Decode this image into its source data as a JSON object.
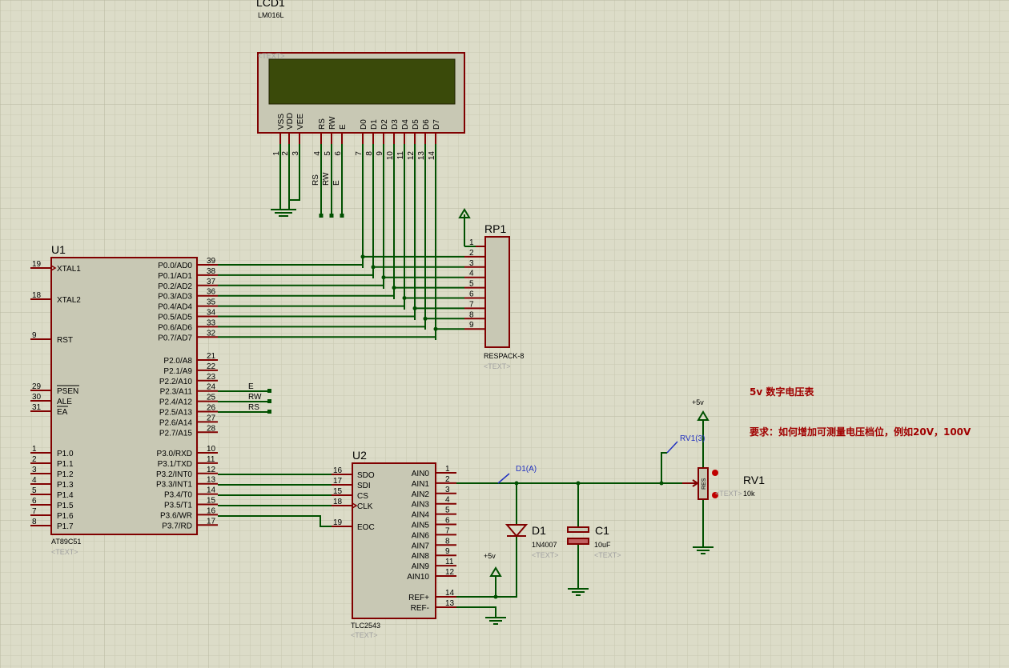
{
  "lcd": {
    "ref": "LCD1",
    "part": "LM016L",
    "text_tag": "<TEXT>",
    "pins": [
      {
        "name": "VSS",
        "num": "1"
      },
      {
        "name": "VDD",
        "num": "2"
      },
      {
        "name": "VEE",
        "num": "3"
      },
      {
        "name": "RS",
        "num": "4"
      },
      {
        "name": "RW",
        "num": "5"
      },
      {
        "name": "E",
        "num": "6"
      },
      {
        "name": "D0",
        "num": "7"
      },
      {
        "name": "D1",
        "num": "8"
      },
      {
        "name": "D2",
        "num": "9"
      },
      {
        "name": "D3",
        "num": "10"
      },
      {
        "name": "D4",
        "num": "11"
      },
      {
        "name": "D5",
        "num": "12"
      },
      {
        "name": "D6",
        "num": "13"
      },
      {
        "name": "D7",
        "num": "14"
      }
    ],
    "net_labels": [
      "RS",
      "RW",
      "E"
    ]
  },
  "mcu": {
    "ref": "U1",
    "part": "AT89C51",
    "text_tag": "<TEXT>",
    "left_pins": [
      {
        "num": "19",
        "name": "XTAL1"
      },
      {
        "num": "18",
        "name": "XTAL2"
      },
      {
        "num": "9",
        "name": "RST"
      },
      {
        "num": "29",
        "name": "PSEN"
      },
      {
        "num": "30",
        "name": "ALE"
      },
      {
        "num": "31",
        "name": "EA"
      },
      {
        "num": "1",
        "name": "P1.0"
      },
      {
        "num": "2",
        "name": "P1.1"
      },
      {
        "num": "3",
        "name": "P1.2"
      },
      {
        "num": "4",
        "name": "P1.3"
      },
      {
        "num": "5",
        "name": "P1.4"
      },
      {
        "num": "6",
        "name": "P1.5"
      },
      {
        "num": "7",
        "name": "P1.6"
      },
      {
        "num": "8",
        "name": "P1.7"
      }
    ],
    "right_pins": [
      {
        "num": "39",
        "name": "P0.0/AD0"
      },
      {
        "num": "38",
        "name": "P0.1/AD1"
      },
      {
        "num": "37",
        "name": "P0.2/AD2"
      },
      {
        "num": "36",
        "name": "P0.3/AD3"
      },
      {
        "num": "35",
        "name": "P0.4/AD4"
      },
      {
        "num": "34",
        "name": "P0.5/AD5"
      },
      {
        "num": "33",
        "name": "P0.6/AD6"
      },
      {
        "num": "32",
        "name": "P0.7/AD7"
      },
      {
        "num": "21",
        "name": "P2.0/A8"
      },
      {
        "num": "22",
        "name": "P2.1/A9"
      },
      {
        "num": "23",
        "name": "P2.2/A10"
      },
      {
        "num": "24",
        "name": "P2.3/A11"
      },
      {
        "num": "25",
        "name": "P2.4/A12"
      },
      {
        "num": "26",
        "name": "P2.5/A13"
      },
      {
        "num": "27",
        "name": "P2.6/A14"
      },
      {
        "num": "28",
        "name": "P2.7/A15"
      },
      {
        "num": "10",
        "name": "P3.0/RXD"
      },
      {
        "num": "11",
        "name": "P3.1/TXD"
      },
      {
        "num": "12",
        "name": "P3.2/INT0"
      },
      {
        "num": "13",
        "name": "P3.3/INT1"
      },
      {
        "num": "14",
        "name": "P3.4/T0"
      },
      {
        "num": "15",
        "name": "P3.5/T1"
      },
      {
        "num": "16",
        "name": "P3.6/WR"
      },
      {
        "num": "17",
        "name": "P3.7/RD"
      }
    ],
    "net_labels": [
      "E",
      "RW",
      "RS"
    ]
  },
  "respack": {
    "ref": "RP1",
    "part": "RESPACK-8",
    "text_tag": "<TEXT>",
    "pins": [
      "1",
      "2",
      "3",
      "4",
      "5",
      "6",
      "7",
      "8",
      "9"
    ]
  },
  "adc": {
    "ref": "U2",
    "part": "TLC2543",
    "text_tag": "<TEXT>",
    "left_pins": [
      {
        "num": "16",
        "name": "SDO"
      },
      {
        "num": "17",
        "name": "SDI"
      },
      {
        "num": "15",
        "name": "CS"
      },
      {
        "num": "18",
        "name": "CLK"
      },
      {
        "num": "19",
        "name": "EOC"
      }
    ],
    "right_pins": [
      {
        "num": "1",
        "name": "AIN0"
      },
      {
        "num": "2",
        "name": "AIN1"
      },
      {
        "num": "3",
        "name": "AIN2"
      },
      {
        "num": "4",
        "name": "AIN3"
      },
      {
        "num": "5",
        "name": "AIN4"
      },
      {
        "num": "6",
        "name": "AIN5"
      },
      {
        "num": "7",
        "name": "AIN6"
      },
      {
        "num": "8",
        "name": "AIN7"
      },
      {
        "num": "9",
        "name": "AIN8"
      },
      {
        "num": "11",
        "name": "AIN9"
      },
      {
        "num": "12",
        "name": "AIN10"
      },
      {
        "num": "14",
        "name": "REF+"
      },
      {
        "num": "13",
        "name": "REF-"
      }
    ]
  },
  "diode": {
    "ref": "D1",
    "part": "1N4007",
    "text_tag": "<TEXT>",
    "probe": "D1(A)"
  },
  "capacitor": {
    "ref": "C1",
    "part": "10uF",
    "text_tag": "<TEXT>"
  },
  "pot": {
    "ref": "RV1",
    "value": "10k",
    "text_tag": "<TEXT>",
    "probe": "RV1(3)",
    "body_text": "RES"
  },
  "power": {
    "vcc_label_1": "+5v",
    "vcc_label_2": "+5v"
  },
  "notes": {
    "title": "5v 数字电压表",
    "requirement": "要求：如何增加可测量电压档位，例如20V，100V"
  }
}
